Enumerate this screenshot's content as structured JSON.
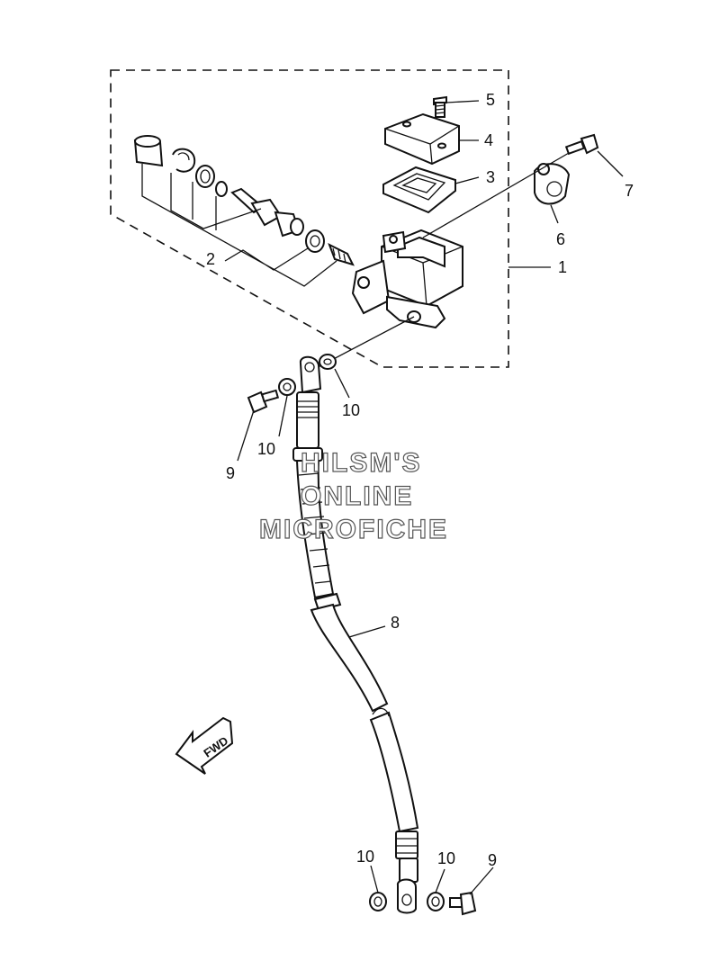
{
  "callouts": [
    {
      "id": "c1",
      "text": "1"
    },
    {
      "id": "c2",
      "text": "2"
    },
    {
      "id": "c3",
      "text": "3"
    },
    {
      "id": "c4",
      "text": "4"
    },
    {
      "id": "c5",
      "text": "5"
    },
    {
      "id": "c6",
      "text": "6"
    },
    {
      "id": "c7",
      "text": "7"
    },
    {
      "id": "c8",
      "text": "8"
    },
    {
      "id": "c9a",
      "text": "9"
    },
    {
      "id": "c9b",
      "text": "9"
    },
    {
      "id": "c10a",
      "text": "10"
    },
    {
      "id": "c10b",
      "text": "10"
    },
    {
      "id": "c10c",
      "text": "10"
    },
    {
      "id": "c10d",
      "text": "10"
    }
  ],
  "watermark": {
    "line1": "HILSM'S",
    "line2": "ONLINE",
    "line3": "MICROFICHE"
  },
  "direction_arrow": {
    "label": "FWD",
    "icon": "fwd-arrow-icon"
  }
}
